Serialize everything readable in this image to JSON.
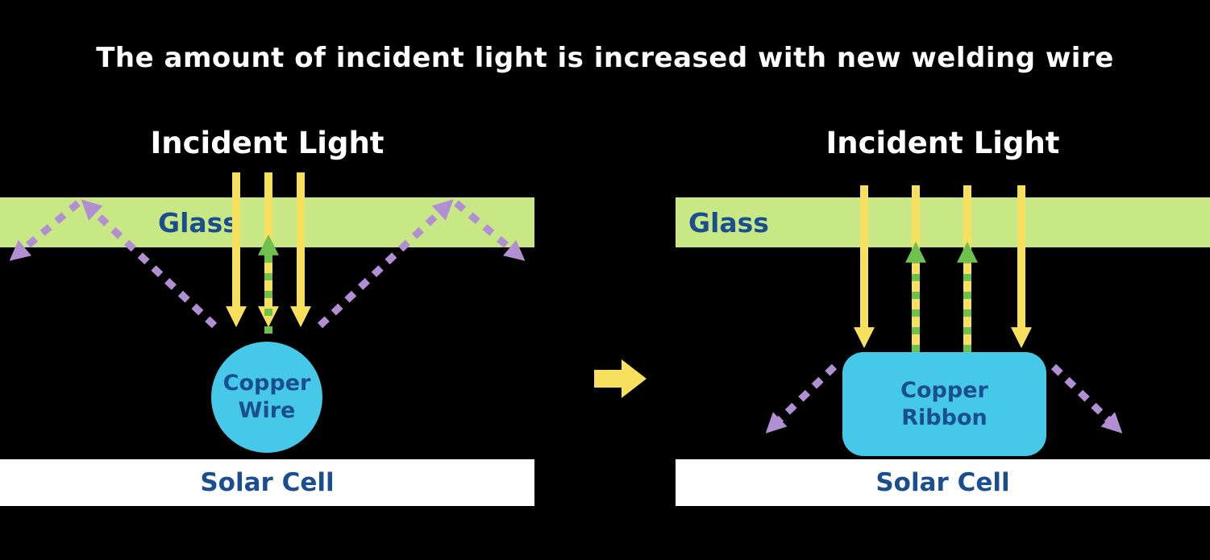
{
  "title": "The amount of incident light is increased with new welding wire",
  "left_panel": {
    "incident_light": "Incident Light",
    "glass": "Glass",
    "component_line1": "Copper",
    "component_line2": "Wire",
    "solar_cell": "Solar Cell"
  },
  "right_panel": {
    "incident_light": "Incident Light",
    "glass": "Glass",
    "component_line1": "Copper",
    "component_line2": "Ribbon",
    "solar_cell": "Solar Cell"
  },
  "colors": {
    "background": "#000000",
    "title_text": "#ffffff",
    "glass_fill": "#c8e785",
    "incident_light_arrow": "#f7e05e",
    "reflected_light_arrow": "#6fc14d",
    "escaping_light_arrow": "#b28fd2",
    "copper_fill": "#46c8e9",
    "label_text": "#1a4e8f",
    "solar_cell_fill": "#ffffff",
    "transition_arrow": "#f7e05e"
  }
}
